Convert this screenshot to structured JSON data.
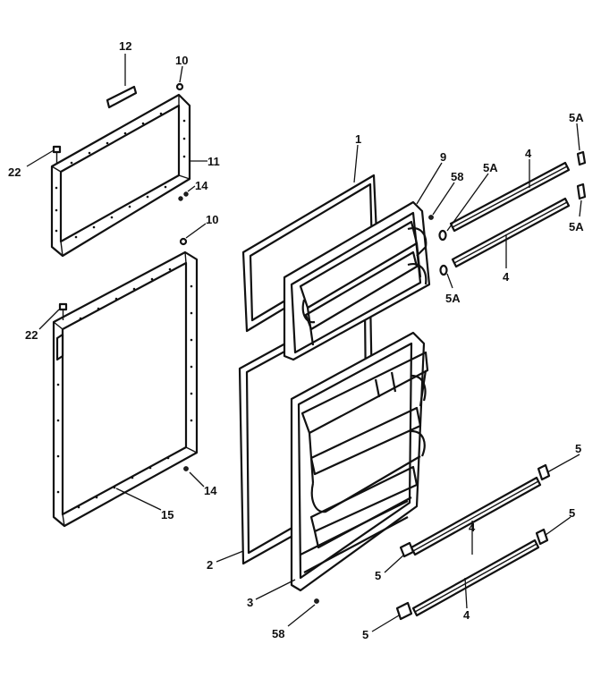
{
  "callouts": {
    "c1": "1",
    "c2": "2",
    "c3": "3",
    "c4a": "4",
    "c4b": "4",
    "c4c": "4",
    "c4d": "4",
    "c5a": "5",
    "c5b": "5",
    "c5c": "5",
    "c5d": "5",
    "c5Aa": "5A",
    "c5Ab": "5A",
    "c5Ac": "5A",
    "c5Ad": "5A",
    "c9": "9",
    "c10a": "10",
    "c10b": "10",
    "c11": "11",
    "c12": "12",
    "c14a": "14",
    "c14b": "14",
    "c15": "15",
    "c22a": "22",
    "c22b": "22",
    "c58a": "58",
    "c58b": "58"
  }
}
